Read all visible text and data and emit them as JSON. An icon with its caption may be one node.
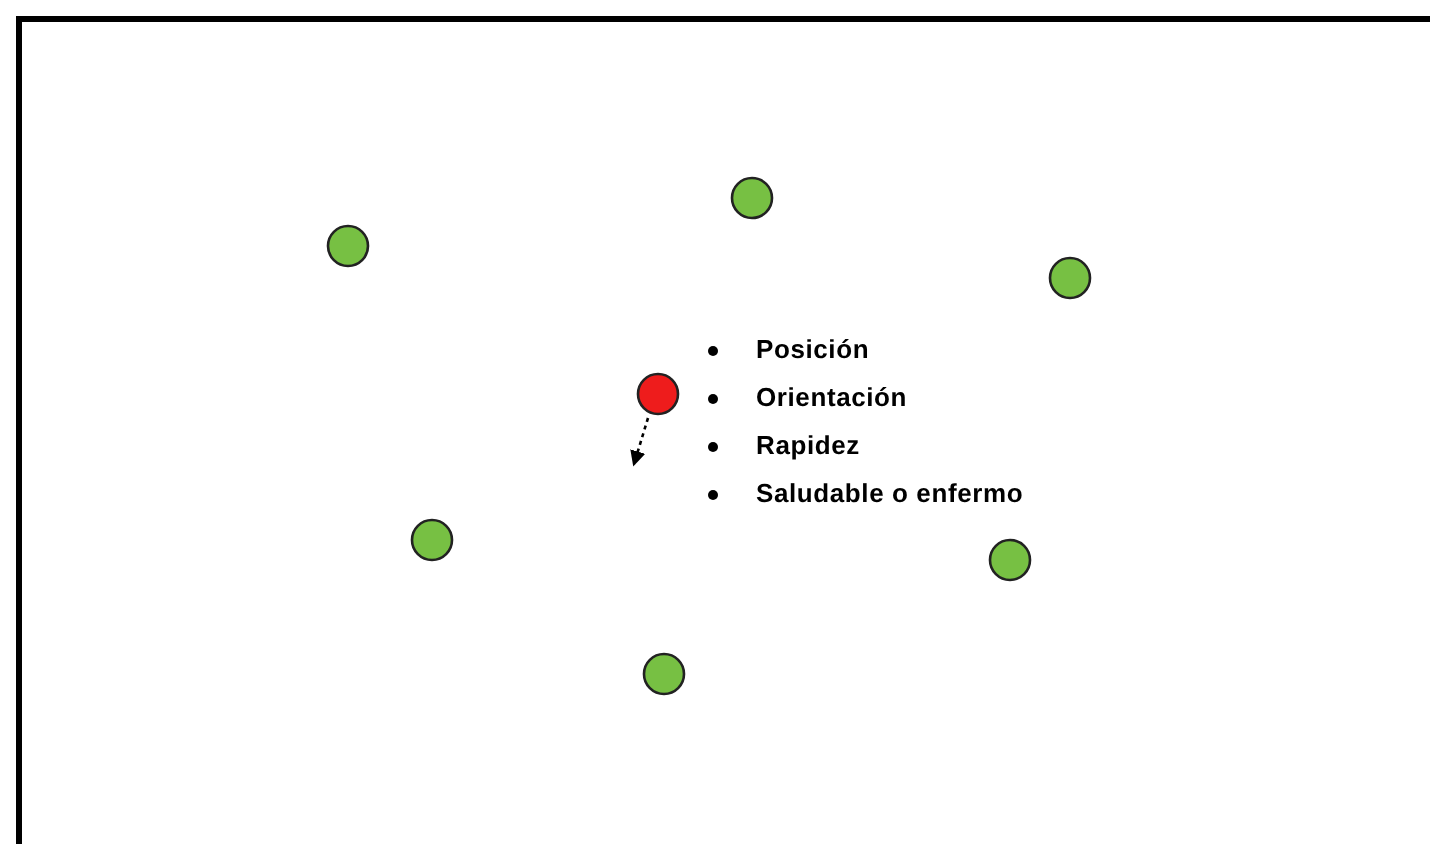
{
  "diagram": {
    "nodes": [
      {
        "text": [],
        "shape": "circle"
      },
      {
        "text": [],
        "shape": "circle"
      },
      {
        "text": [],
        "shape": "circle"
      },
      {
        "text": [],
        "shape": "circle"
      },
      {
        "text": [],
        "shape": "circle"
      },
      {
        "text": [],
        "shape": "circle"
      },
      {
        "text": [],
        "shape": "circle"
      }
    ],
    "labels": [
      "Posición",
      "Orientación",
      "Rapidez",
      "Saludable o enfermo"
    ]
  }
}
